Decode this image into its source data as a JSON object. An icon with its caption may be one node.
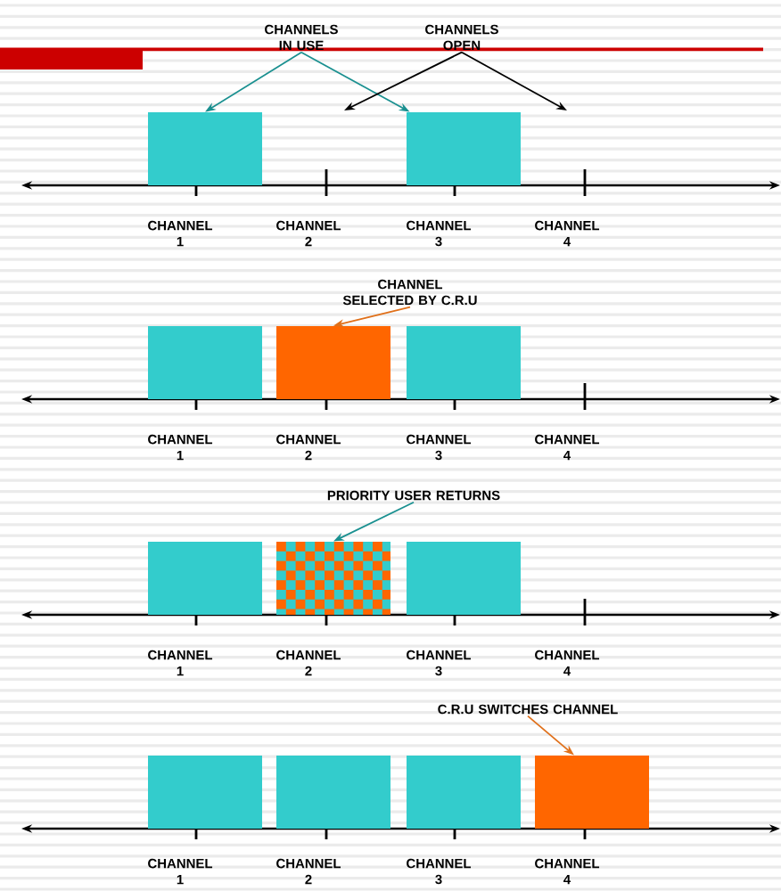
{
  "diagram": {
    "nodes": [
      {
        "text": [
          "CHANNELS IN USE"
        ]
      },
      {
        "text": [
          "CHANNELS OPEN"
        ]
      },
      {
        "text": [],
        "shape": "box"
      },
      {
        "text": [],
        "shape": "box"
      },
      {
        "text": [
          "CHANNEL SELECTED BY C.R.U"
        ]
      },
      {
        "text": [],
        "shape": "box"
      },
      {
        "text": [],
        "shape": "box"
      },
      {
        "text": [],
        "shape": "box"
      },
      {
        "text": [
          "PRIORITY USER RETURNS"
        ]
      },
      {
        "text": [],
        "shape": "box"
      },
      {
        "text": [],
        "shape": "box"
      },
      {
        "text": [],
        "shape": "box"
      },
      {
        "text": [
          "C.R.U SWITCHES CHANNEL"
        ]
      },
      {
        "text": [],
        "shape": "box"
      },
      {
        "text": [],
        "shape": "box"
      },
      {
        "text": [],
        "shape": "box"
      },
      {
        "text": [],
        "shape": "box"
      }
    ],
    "edges": [
      {
        "from": 0,
        "to": 2,
        "arrow": "to",
        "color": "#1a9090"
      },
      {
        "from": 0,
        "to": 3,
        "arrow": "to",
        "color": "#1a9090"
      },
      {
        "from": 1,
        "to": null,
        "arrow": "to",
        "color": "#000000"
      },
      {
        "from": 1,
        "to": null,
        "arrow": "to",
        "color": "#000000"
      },
      {
        "from": 4,
        "to": 6,
        "arrow": "to",
        "color": "#e0701a"
      },
      {
        "from": 8,
        "to": 10,
        "arrow": "to",
        "color": "#1a9090"
      },
      {
        "from": 12,
        "to": 16,
        "arrow": "to",
        "color": "#e0701a"
      }
    ],
    "labels": [
      "CHANNEL 1",
      "CHANNEL 2",
      "CHANNEL 3",
      "CHANNEL 4",
      "CHANNEL 1",
      "CHANNEL 2",
      "CHANNEL 3",
      "CHANNEL 4",
      "CHANNEL 1",
      "CHANNEL 2",
      "CHANNEL 3",
      "CHANNEL 4",
      "CHANNEL 1",
      "CHANNEL 2",
      "CHANNEL 3",
      "CHANNEL 4"
    ]
  }
}
